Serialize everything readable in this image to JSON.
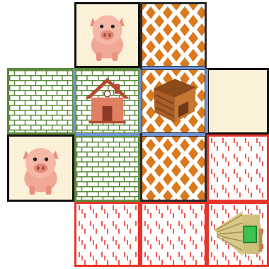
{
  "puzzle": {
    "grid": {
      "rows": 4,
      "cols": 4
    },
    "tiles": [
      {
        "id": "t-0-1",
        "row": 0,
        "col": 1,
        "terrain": "cream",
        "piece": "pig"
      },
      {
        "id": "t-0-2",
        "row": 0,
        "col": 2,
        "terrain": "orange-diamond",
        "piece": ""
      },
      {
        "id": "t-1-0",
        "row": 1,
        "col": 0,
        "terrain": "green-brick",
        "piece": ""
      },
      {
        "id": "t-1-1",
        "row": 1,
        "col": 1,
        "terrain": "green-brick",
        "piece": "brick-house"
      },
      {
        "id": "t-1-2",
        "row": 1,
        "col": 2,
        "terrain": "orange-diamond",
        "piece": "wood-house"
      },
      {
        "id": "t-1-3",
        "row": 1,
        "col": 3,
        "terrain": "cream",
        "piece": ""
      },
      {
        "id": "t-2-0",
        "row": 2,
        "col": 0,
        "terrain": "cream",
        "piece": "pig"
      },
      {
        "id": "t-2-1",
        "row": 2,
        "col": 1,
        "terrain": "green-brick",
        "piece": ""
      },
      {
        "id": "t-2-2",
        "row": 2,
        "col": 2,
        "terrain": "orange-diamond",
        "piece": ""
      },
      {
        "id": "t-2-3",
        "row": 2,
        "col": 3,
        "terrain": "red-straw",
        "piece": ""
      },
      {
        "id": "t-3-1",
        "row": 3,
        "col": 1,
        "terrain": "red-straw",
        "piece": ""
      },
      {
        "id": "t-3-2",
        "row": 3,
        "col": 2,
        "terrain": "red-straw",
        "piece": ""
      },
      {
        "id": "t-3-3",
        "row": 3,
        "col": 3,
        "terrain": "red-straw",
        "piece": "straw-house"
      }
    ],
    "colors": {
      "cream": "#fbf0d8",
      "green": "#5e8a3c",
      "orange": "#d97a1f",
      "red": "#e8332a",
      "blue": "#6d93d6",
      "border": "#111111"
    }
  }
}
